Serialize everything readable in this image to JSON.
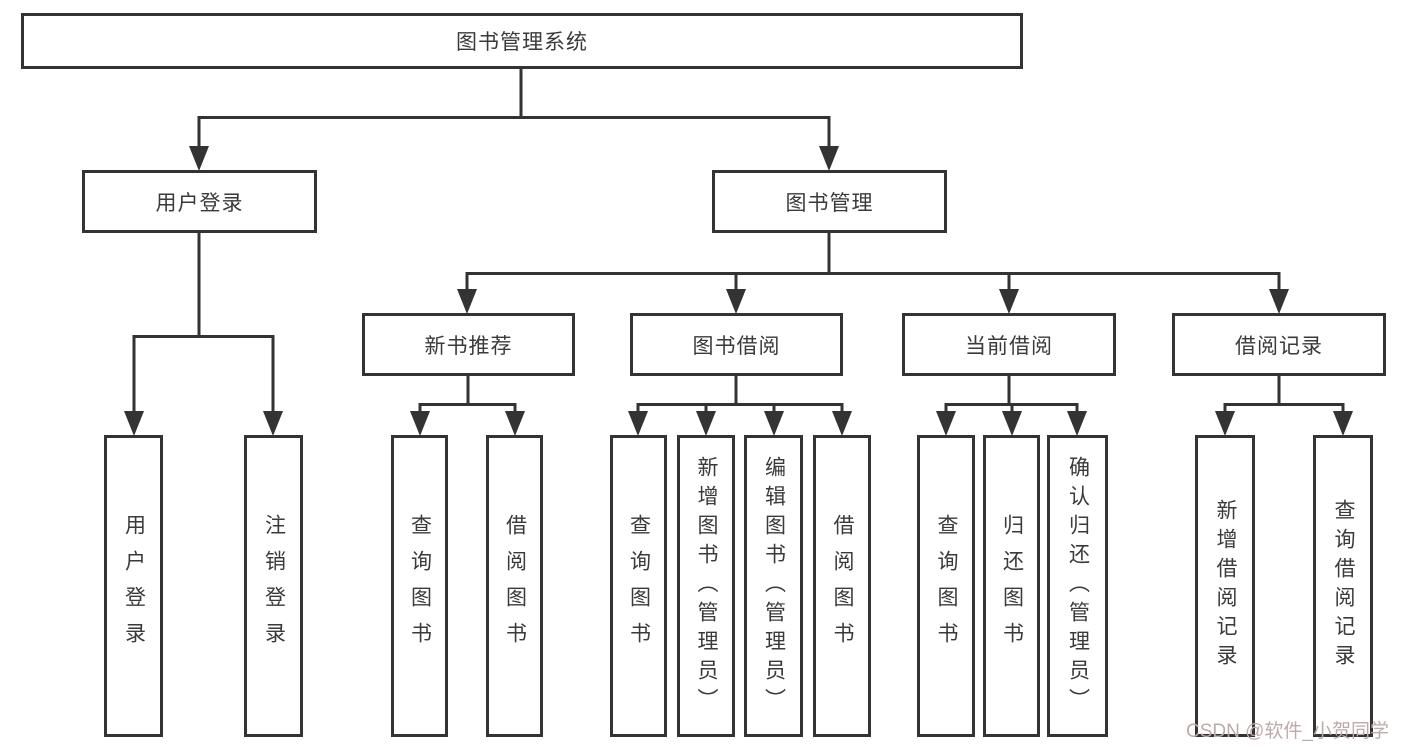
{
  "diagram_title": "图书管理系统",
  "nodes": {
    "root": "图书管理系统",
    "user_login": "用户登录",
    "book_management": "图书管理",
    "new_book_recommend": "新书推荐",
    "book_borrow": "图书借阅",
    "current_borrow": "当前借阅",
    "borrow_records": "借阅记录",
    "leaf_user_login": "用户登录",
    "leaf_logout": "注销登录",
    "rec_query_books": "查询图书",
    "rec_borrow_books": "借阅图书",
    "bb_query_books": "查询图书",
    "bb_add_books_admin": "新增图书（管理员）",
    "bb_edit_books_admin": "编辑图书（管理员）",
    "bb_borrow_books": "借阅图书",
    "cb_query_books": "查询图书",
    "cb_return_books": "归还图书",
    "cb_confirm_return_admin": "确认归还（管理员）",
    "br_add_record": "新增借阅记录",
    "br_query_record": "查询借阅记录"
  },
  "watermark": {
    "text": "CSDN @软件_小贺同学"
  },
  "colors": {
    "line": "#333333",
    "text": "#3a3a3a",
    "background": "#ffffff",
    "watermark": "#bfaaaa"
  }
}
